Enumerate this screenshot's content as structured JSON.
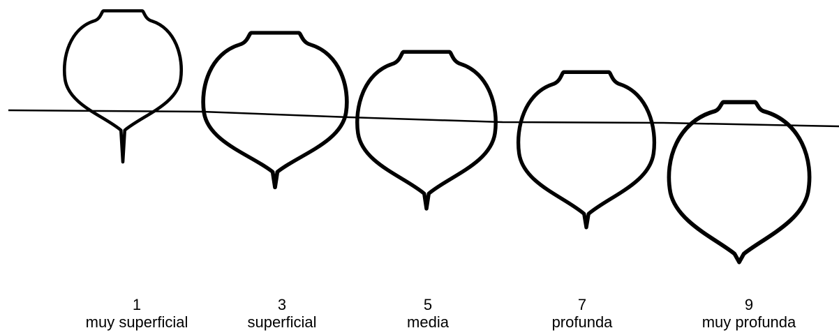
{
  "stages": [
    {
      "number": "1",
      "label": "muy superficial"
    },
    {
      "number": "3",
      "label": "superficial"
    },
    {
      "number": "5",
      "label": "media"
    },
    {
      "number": "7",
      "label": "profunda"
    },
    {
      "number": "9",
      "label": "muy profunda"
    }
  ],
  "colors": {
    "ink": "#000000",
    "background": "#ffffff"
  }
}
